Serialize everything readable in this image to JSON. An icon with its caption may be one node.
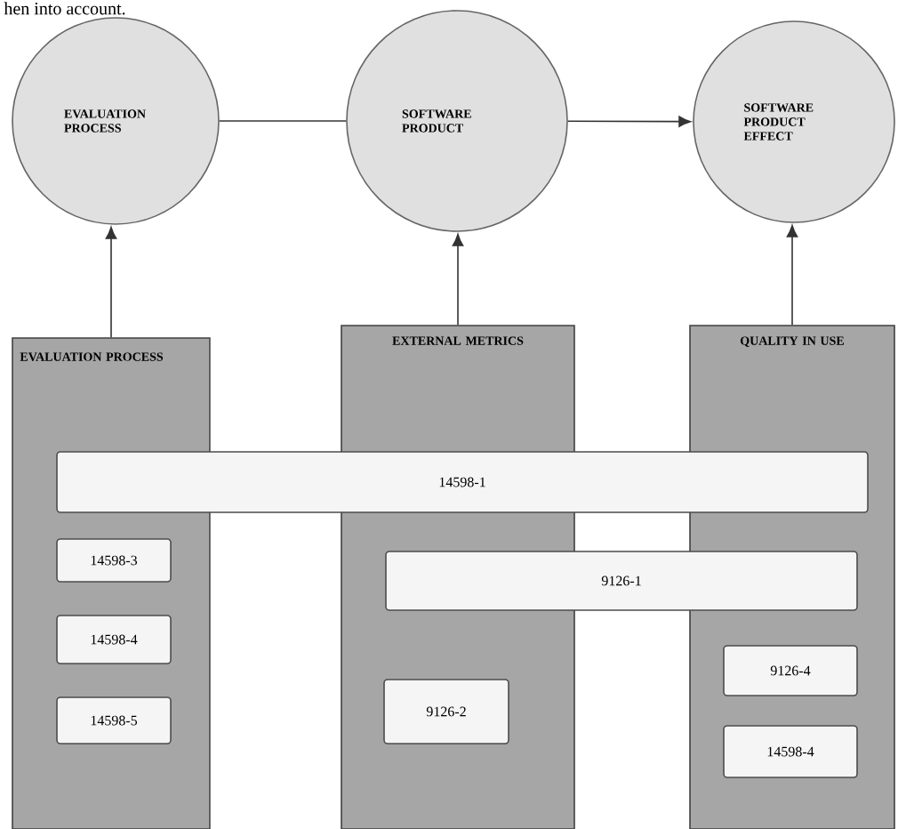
{
  "diagram": {
    "nodes": [
      {
        "text": [
          "EVALUATION PROCESS"
        ]
      },
      {
        "text": [
          "SOFTWARE PRODUCT"
        ]
      },
      {
        "text": [
          "SOFTWARE PRODUCT EFFECT"
        ]
      },
      {
        "text": [
          "EVALUATION PROCESS"
        ]
      },
      {
        "text": [
          "EXTERNAL METRICS"
        ]
      },
      {
        "text": [
          "QUALITY IN USE"
        ]
      },
      {
        "text": [
          "14598-1"
        ]
      },
      {
        "text": [
          "14598-3"
        ],
        "in": 3
      },
      {
        "text": [
          "14598-4"
        ],
        "in": 3
      },
      {
        "text": [
          "14598-5"
        ],
        "in": 3
      },
      {
        "text": [
          "9126-1"
        ]
      },
      {
        "text": [
          "9126-2"
        ],
        "in": 4
      },
      {
        "text": [
          "9126-4"
        ],
        "in": 5
      },
      {
        "text": [
          "14598-4"
        ],
        "in": 5
      }
    ],
    "edges": [
      {
        "from": 0,
        "to": 1,
        "arrow": "none"
      },
      {
        "from": 1,
        "to": 2,
        "arrow": "to"
      },
      {
        "from": 3,
        "to": 0,
        "arrow": "to"
      },
      {
        "from": 4,
        "to": 1,
        "arrow": "to"
      },
      {
        "from": 5,
        "to": 2,
        "arrow": "to"
      }
    ],
    "labels": [
      "hen into account."
    ]
  }
}
